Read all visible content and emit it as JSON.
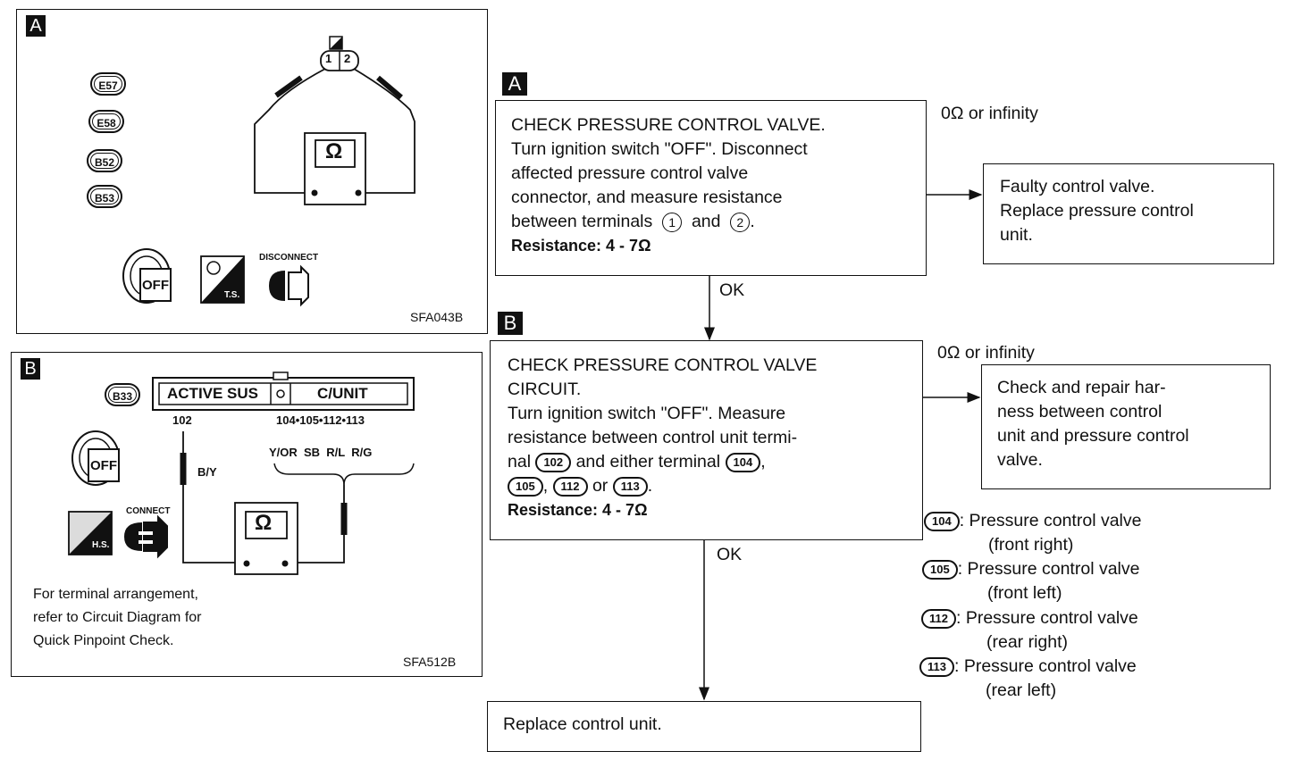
{
  "panel_a": {
    "badge": "A",
    "connectors": [
      "E57",
      "E58",
      "B52",
      "B53"
    ],
    "pin1": "1",
    "pin2": "2",
    "meter_symbol": "Ω",
    "key_label": "OFF",
    "ts_label": "T.S.",
    "disconnect_label": "DISCONNECT",
    "code": "SFA043B"
  },
  "panel_b": {
    "badge": "B",
    "connector": "B33",
    "active_sus": "ACTIVE SUS",
    "c_unit": "C/UNIT",
    "terminal_102": "102",
    "terminals_right": "104•105•112•113",
    "wire_left": "B/Y",
    "wire_colors": "Y/OR  SB  R/L  R/G",
    "meter_symbol": "Ω",
    "key_label": "OFF",
    "hs_label": "H.S.",
    "connect_label": "CONNECT",
    "note_line1": "For terminal arrangement,",
    "note_line2": "refer to Circuit Diagram for",
    "note_line3": "Quick Pinpoint Check.",
    "code": "SFA512B"
  },
  "step_a": {
    "badge": "A",
    "line1": "CHECK PRESSURE CONTROL VALVE.",
    "line2": "Turn ignition switch \"OFF\". Disconnect",
    "line3": "affected pressure control valve",
    "line4": "connector, and measure resistance",
    "line5_pre": "between terminals",
    "t1": "1",
    "line5_mid": "and",
    "t2": "2",
    "resistance": "Resistance: 4 - 7Ω",
    "ng_label": "0Ω or infinity",
    "ok_label": "OK"
  },
  "result_a": {
    "line1": "Faulty control valve.",
    "line2": "Replace pressure control",
    "line3": "unit."
  },
  "step_b": {
    "badge": "B",
    "line1": "CHECK PRESSURE CONTROL VALVE",
    "line2": "CIRCUIT.",
    "line3": "Turn ignition switch \"OFF\". Measure",
    "line4": "resistance between control unit termi-",
    "line5_pre": "nal",
    "t102": "102",
    "line5_mid": "and either terminal",
    "t104": "104",
    "t105": "105",
    "t112": "112",
    "line6_or": "or",
    "t113": "113",
    "resistance": "Resistance: 4 - 7Ω",
    "ng_label": "0Ω or infinity",
    "ok_label": "OK"
  },
  "result_b": {
    "line1": "Check and repair har-",
    "line2": "ness between control",
    "line3": "unit and pressure control",
    "line4": "valve."
  },
  "legend": [
    {
      "pin": "104",
      "line1": "Pressure control valve",
      "line2": "(front right)"
    },
    {
      "pin": "105",
      "line1": "Pressure control valve",
      "line2": "(front left)"
    },
    {
      "pin": "112",
      "line1": "Pressure control valve",
      "line2": "(rear right)"
    },
    {
      "pin": "113",
      "line1": "Pressure control valve",
      "line2": "(rear left)"
    }
  ],
  "final": {
    "text": "Replace control unit."
  }
}
